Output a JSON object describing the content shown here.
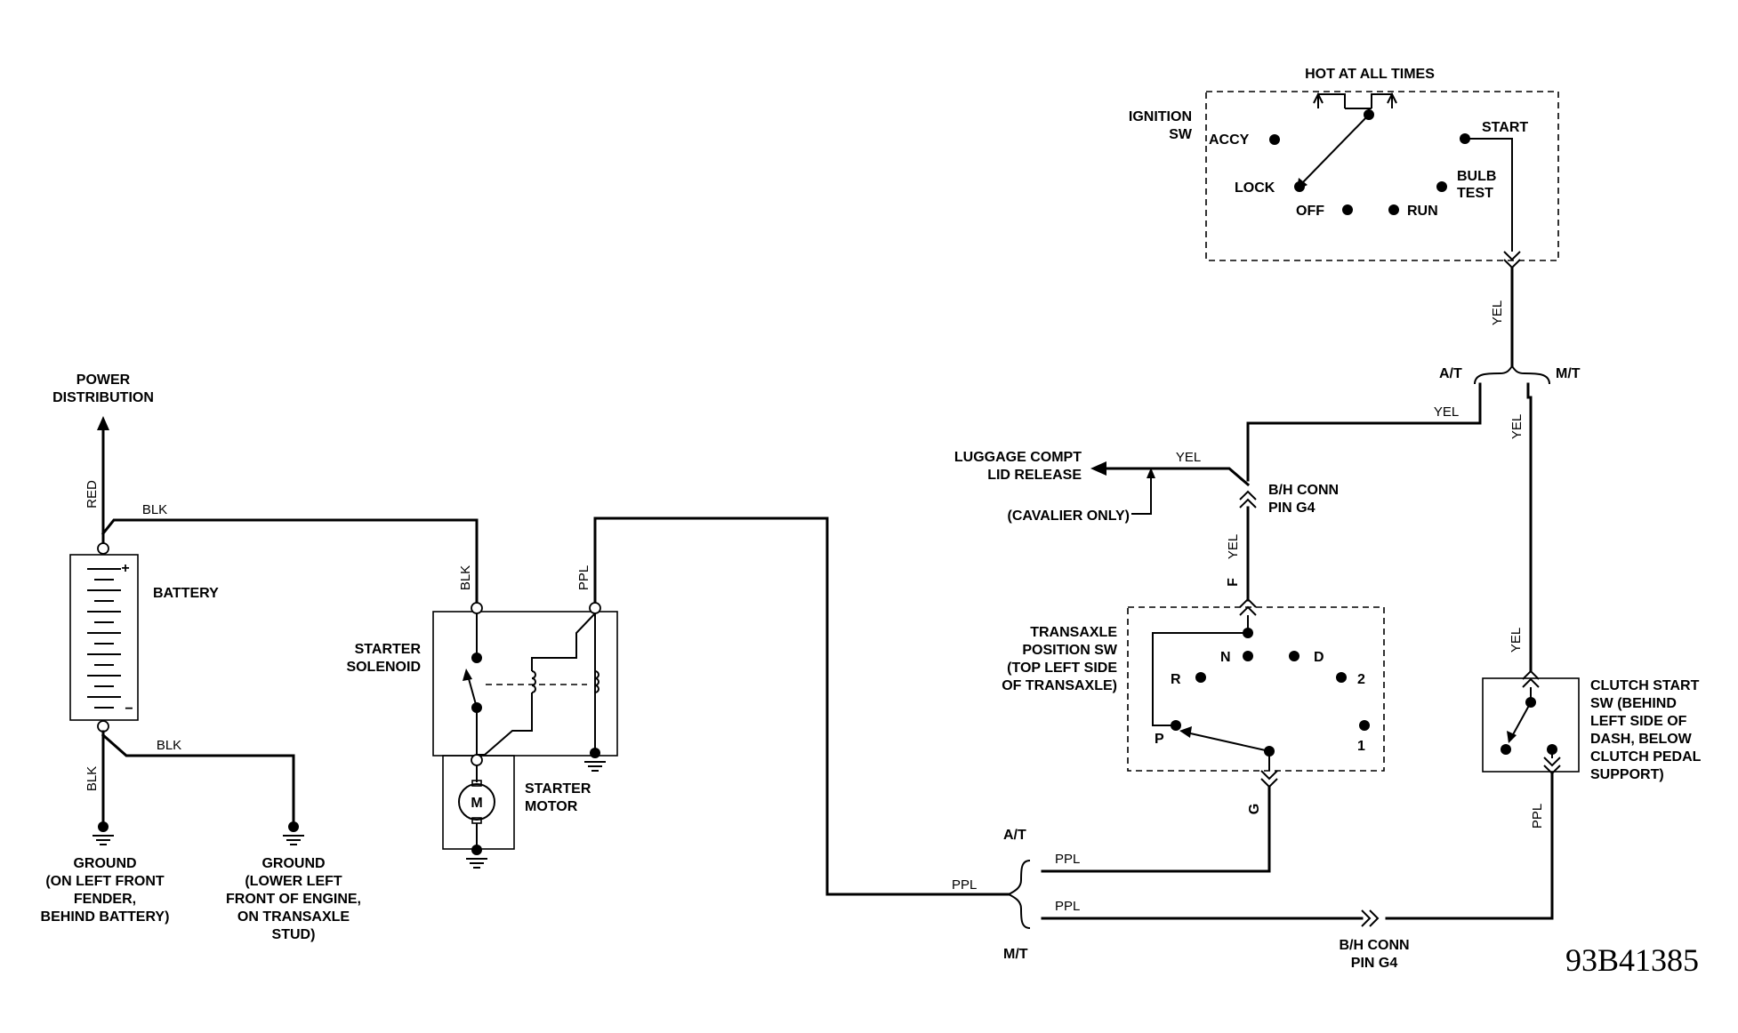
{
  "labels": {
    "hot_at_all_times": "HOT AT ALL TIMES",
    "ignition_sw": [
      "IGNITION",
      "SW"
    ],
    "accy": "ACCY",
    "lock": "LOCK",
    "off": "OFF",
    "run": "RUN",
    "start": "START",
    "bulb_test": [
      "BULB",
      "TEST"
    ],
    "power_distribution": [
      "POWER",
      "DISTRIBUTION"
    ],
    "battery": "BATTERY",
    "starter_solenoid": [
      "STARTER",
      "SOLENOID"
    ],
    "starter_motor": [
      "STARTER",
      "MOTOR"
    ],
    "motor_symbol": "M",
    "ground_1": [
      "GROUND",
      "(ON LEFT FRONT",
      "FENDER,",
      "BEHIND BATTERY)"
    ],
    "ground_2": [
      "GROUND",
      "(LOWER LEFT",
      "FRONT OF ENGINE,",
      "ON TRANSAXLE",
      "STUD)"
    ],
    "luggage": [
      "LUGGAGE COMPT",
      "LID RELEASE"
    ],
    "cavalier_only": "(CAVALIER ONLY)",
    "bh_conn_top": [
      "B/H CONN",
      "PIN G4"
    ],
    "bh_conn_bottom": [
      "B/H CONN",
      "PIN G4"
    ],
    "transaxle": [
      "TRANSAXLE",
      "POSITION SW",
      "(TOP LEFT SIDE",
      "OF TRANSAXLE)"
    ],
    "gears": {
      "p": "P",
      "r": "R",
      "n": "N",
      "d": "D",
      "two": "2",
      "one": "1"
    },
    "clutch": [
      "CLUTCH START",
      "SW (BEHIND",
      "LEFT SIDE OF",
      "DASH, BELOW",
      "CLUTCH PEDAL",
      "SUPPORT)"
    ],
    "at_top": "A/T",
    "mt_top": "M/T",
    "at_bottom": "A/T",
    "mt_bottom": "M/T",
    "pin_f": "F",
    "pin_g": "G",
    "battery_plus": "+",
    "battery_minus": "−",
    "diagram_code": "93B41385"
  },
  "wires": {
    "red": "RED",
    "blk": "BLK",
    "ppl": "PPL",
    "yel": "YEL"
  }
}
